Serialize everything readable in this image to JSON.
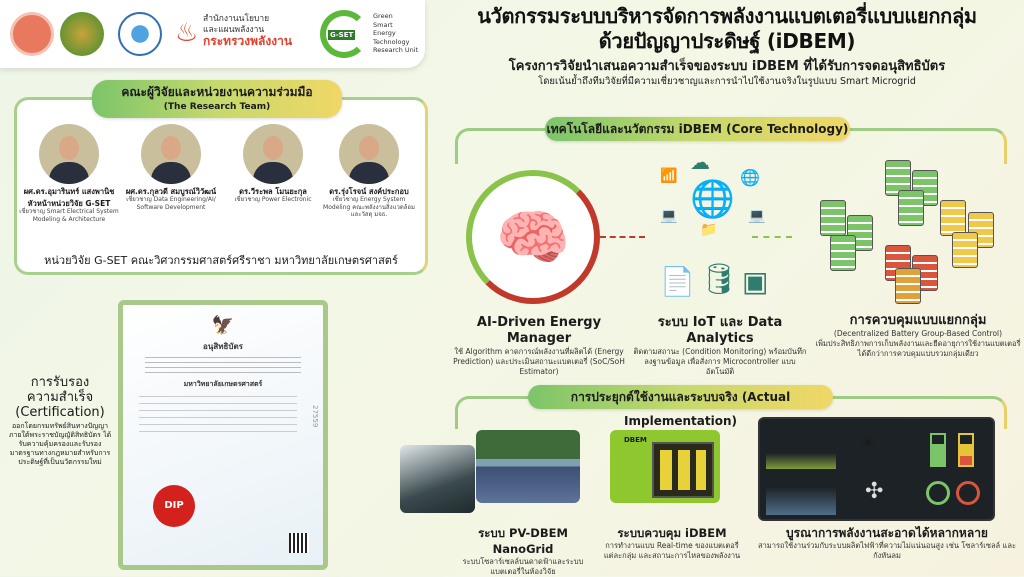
{
  "logos": {
    "moe_line1": "สำนักงานนโยบาย",
    "moe_line2": "และแผนพลังงาน",
    "moe_line3": "กระทรวงพลังงาน",
    "gset_badge": "G-SET",
    "gset_lines": [
      "Green",
      "Smart",
      "Energy",
      "Technology",
      "Research Unit"
    ]
  },
  "header": {
    "title_line1": "นวัตกรรมระบบบริหารจัดการพลังงานแบตเตอรี่แบบแยกกลุ่ม",
    "title_line2": "ด้วยปัญญาประดิษฐ์ (iDBEM)",
    "subtitle": "โครงการวิจัยนำเสนอความสำเร็จของระบบ iDBEM ที่ได้รับการจดอนุสิทธิบัตร",
    "tagline": "โดยเน้นย้ำถึงทีมวิจัยที่มีความเชี่ยวชาญและการนำไปใช้งานจริงในรูปแบบ Smart Microgrid"
  },
  "team": {
    "heading": "คณะผู้วิจัยและหน่วยงานความร่วมมือ",
    "heading_en": "(The Research Team)",
    "members": [
      {
        "name": "ผศ.ดร.อุมารินทร์ แสงพานิช",
        "role": "หัวหน้าหน่วยวิจัย G-SET",
        "expertise": "เชี่ยวชาญ Smart Electrical System Modeling & Architecture"
      },
      {
        "name": "ผศ.ดร.กุลวดี สมบูรณ์วิวัฒน์",
        "role": "",
        "expertise": "เชี่ยวชาญ Data Engineering/AI/ Software Development"
      },
      {
        "name": "ดร.วีระพล โมนยะกุล",
        "role": "",
        "expertise": "เชี่ยวชาญ Power Electronic"
      },
      {
        "name": "ดร.รุ่งโรจน์ สงค์ประกอบ",
        "role": "",
        "expertise": "เชี่ยวชาญ Energy System Modeling คณะพลังงานสิ่งแวดล้อมและวัสดุ มจธ."
      }
    ],
    "unit": "หน่วยวิจัย G-SET คณะวิศวกรรมศาสตร์ศรีราชา มหาวิทยาลัยเกษตรศาสตร์"
  },
  "certification": {
    "title1": "การรับรอง",
    "title2": "ความสำเร็จ",
    "title_en": "(Certification)",
    "desc": "ออกโดยกรมทรัพย์สินทางปัญญา ภายใต้พระราชบัญญัติสิทธิบัตร ได้รับความคุ้มครองและรับรองมาตรฐานทางกฎหมายสำหรับการประดิษฐ์ที่เป็นนวัตกรรมใหม่",
    "doc_title": "อนุสิทธิบัตร",
    "doc_owner": "มหาวิทยาลัยเกษตรศาสตร์",
    "seal": "DIP",
    "doc_number": "27559"
  },
  "core": {
    "heading": "เทคโนโลยีและนวัตกรรม iDBEM (Core Technology)",
    "items": [
      {
        "title": "AI-Driven Energy Manager",
        "desc": "ใช้ Algorithm คาดการณ์พลังงานที่ผลิตได้ (Energy Prediction) และประเมินสถานะแบตเตอรี่ (SoC/SoH Estimator)"
      },
      {
        "title": "ระบบ IoT และ Data Analytics",
        "desc": "ติดตามสถานะ (Condition Monitoring) พร้อมบันทึกลงฐานข้อมูล เพื่อสั่งการ Microcontroller แบบอัตโนมัติ"
      },
      {
        "title": "การควบคุมแบบแยกกลุ่ม",
        "subtitle": "(Decentralized Battery Group-Based Control)",
        "desc": "เพิ่มประสิทธิภาพการเก็บพลังงานและยืดอายุการใช้งานแบตเตอรี่ได้ดีกว่าการควบคุมแบบรวมกลุ่มเดียว"
      }
    ]
  },
  "implementation": {
    "heading": "การประยุกต์ใช้งานและระบบจริง (Actual Implementation)",
    "items": [
      {
        "title": "ระบบ PV-DBEM NanoGrid",
        "desc": "ระบบโซลาร์เซลล์บนดาดฟ้าและระบบแบตเตอรี่ในห้องวิจัย"
      },
      {
        "title": "ระบบควบคุม iDBEM",
        "desc": "การทำงานแบบ Real-time ของแบตเตอรี่แต่ละกลุ่ม และสถานะการไหลของพลังงาน"
      },
      {
        "title": "บูรณาการพลังงานสะอาดได้หลากหลาย",
        "desc": "สามารถใช้งานร่วมกับระบบผลิตไฟฟ้าที่ความไม่แน่นอนสูง เช่น โซลาร์เซลล์ และกังหันลม"
      }
    ],
    "device_label": "DBEM"
  },
  "colors": {
    "green": "#7cc46a",
    "yellow": "#f0d766",
    "red": "#c0392b"
  }
}
